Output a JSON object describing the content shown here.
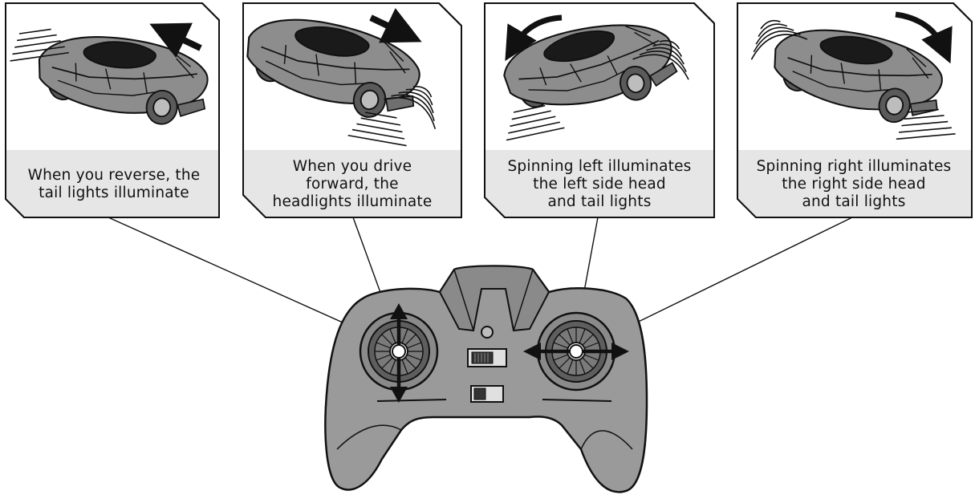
{
  "panels": [
    {
      "caption": "When you reverse, the\ntail lights illuminate",
      "motion": "reverse",
      "arrow_icon": "arrow-up-left-icon"
    },
    {
      "caption": "When you drive\nforward, the\nheadlights illuminate",
      "motion": "forward",
      "arrow_icon": "arrow-down-right-icon"
    },
    {
      "caption": "Spinning left illuminates\nthe left side head\nand tail lights",
      "motion": "spin-left",
      "arrow_icon": "curved-arrow-left-icon"
    },
    {
      "caption": "Spinning right illuminates\nthe right side head\nand tail lights",
      "motion": "spin-right",
      "arrow_icon": "curved-arrow-right-icon"
    }
  ],
  "colors": {
    "panel_caption_bg": "#e6e6e6",
    "car_body": "#8d8d8d",
    "car_dark": "#1a1a1a",
    "controller_body": "#9a9a9a",
    "outline": "#111111"
  },
  "icons": {
    "car": "rc-wall-car-icon",
    "controller": "remote-controller-icon",
    "light_beams": "light-beam-icon"
  }
}
